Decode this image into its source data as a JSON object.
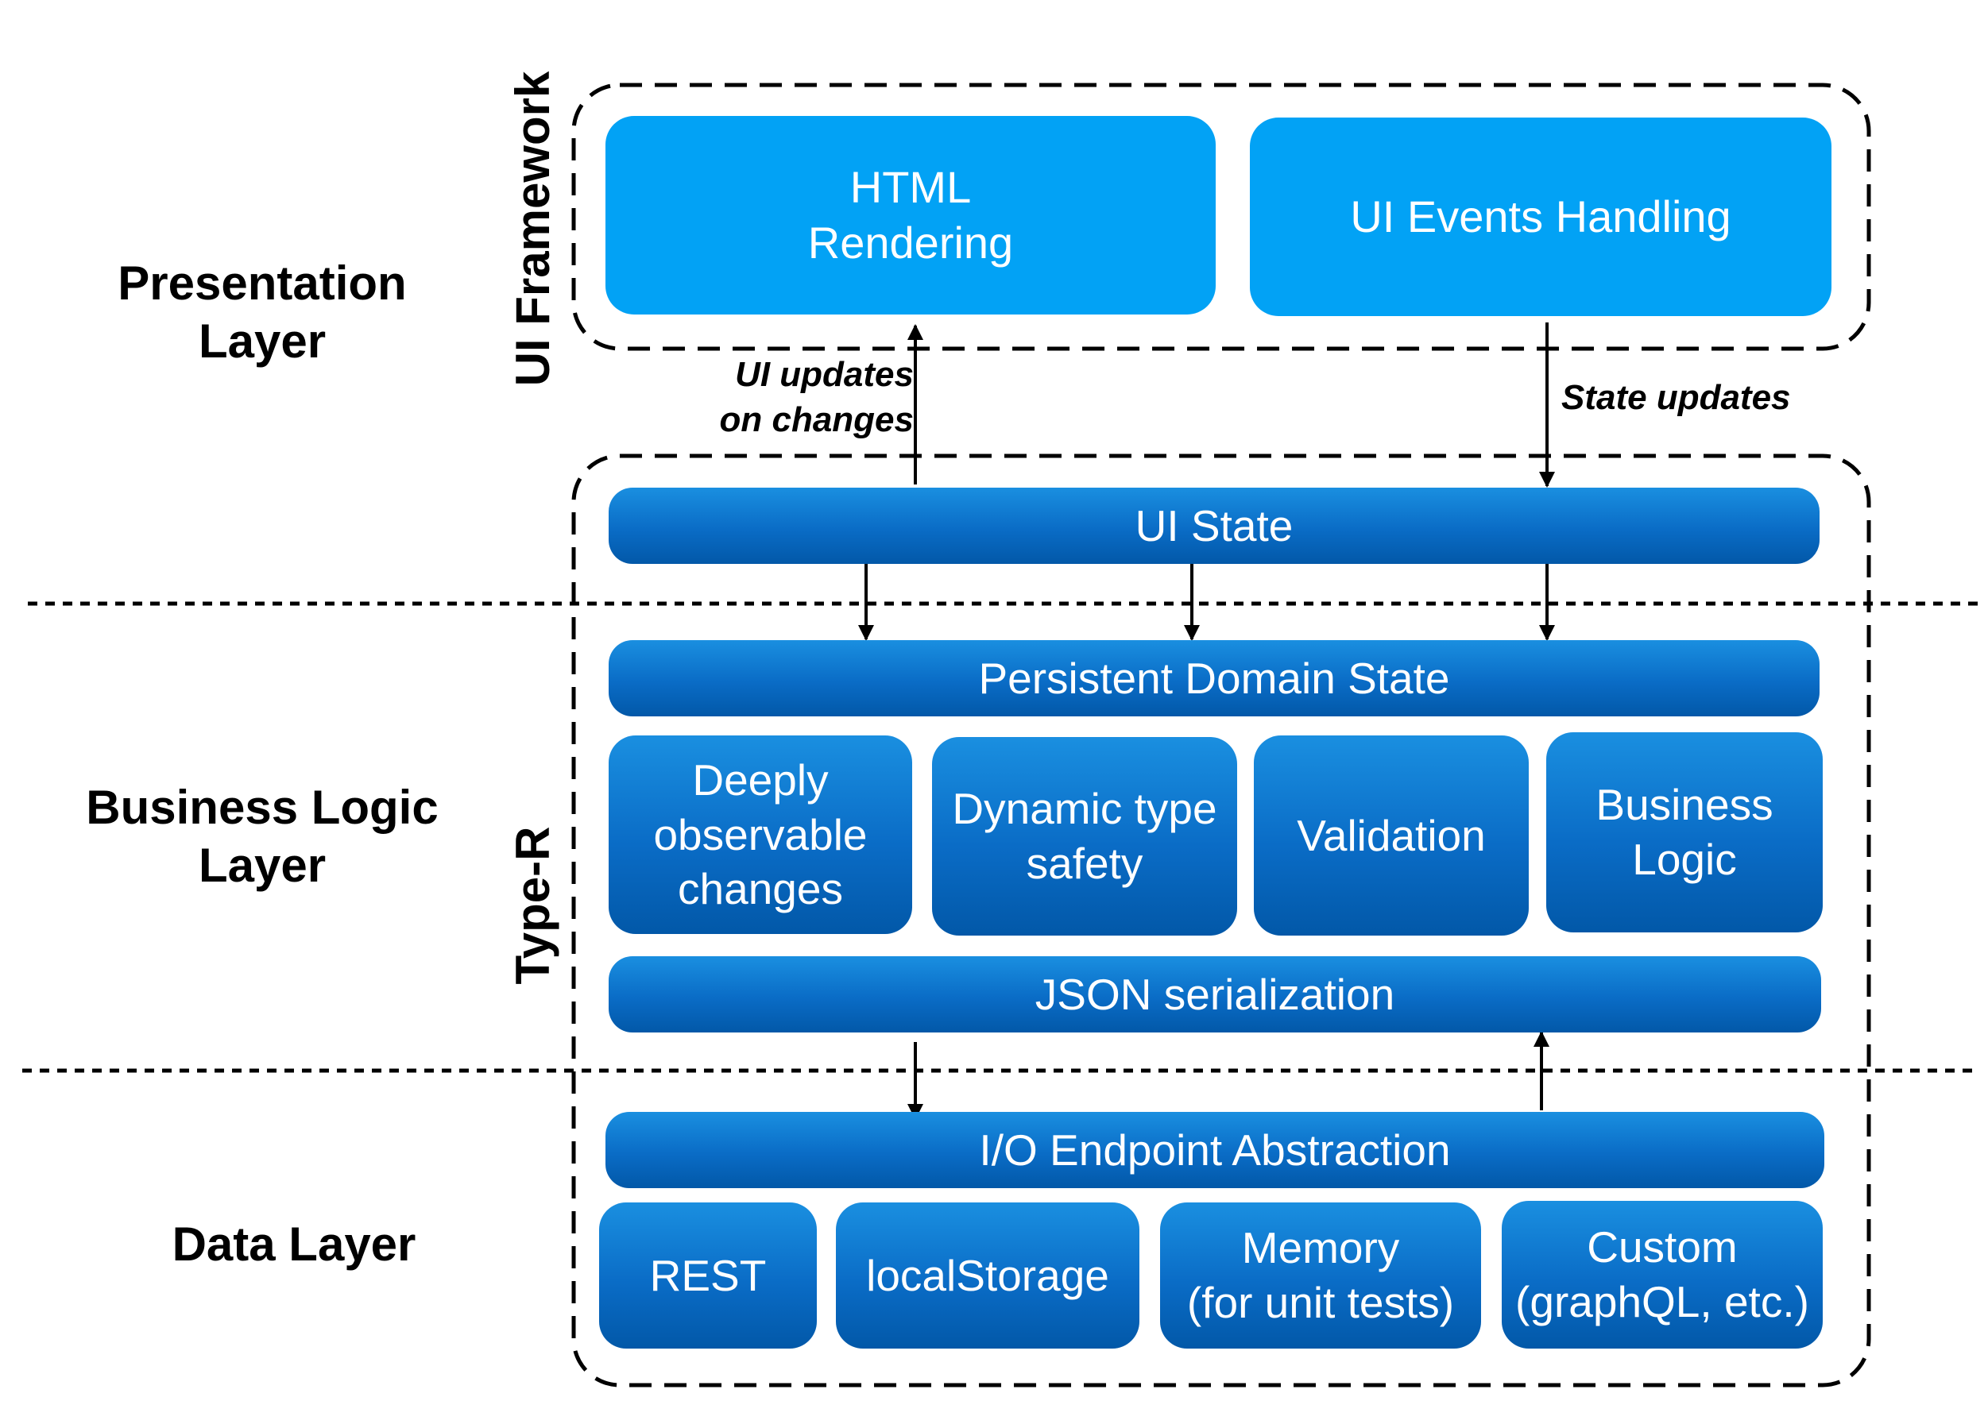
{
  "layers": {
    "presentation": "Presentation\nLayer",
    "business": "Business Logic\nLayer",
    "data": "Data Layer"
  },
  "groups": {
    "ui_framework": "UI Framework",
    "type_r": "Type-R"
  },
  "boxes": {
    "html_rendering": "HTML\nRendering",
    "ui_events": "UI Events Handling",
    "ui_state": "UI State",
    "persistent_state": "Persistent Domain State",
    "deeply_observable": "Deeply\nobservable\nchanges",
    "dynamic_type": "Dynamic type\nsafety",
    "validation": "Validation",
    "business_logic": "Business\nLogic",
    "json": "JSON serialization",
    "io": "I/O Endpoint Abstraction",
    "rest": "REST",
    "localstorage": "localStorage",
    "memory": "Memory\n(for unit tests)",
    "custom": "Custom\n(graphQL, etc.)"
  },
  "arrow_labels": {
    "ui_updates": "UI updates\non changes",
    "state_updates": "State updates"
  },
  "colors": {
    "framework_box": "#02a2f5",
    "typer_box": "#0a6cc6",
    "line": "#000000"
  }
}
